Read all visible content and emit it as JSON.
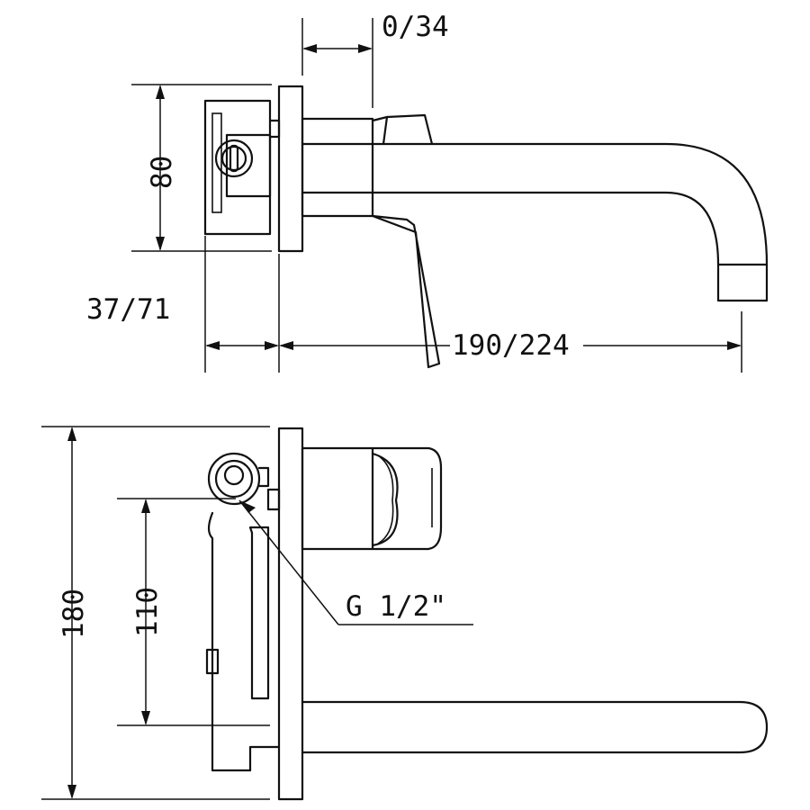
{
  "dimensions": {
    "projection": "0/34",
    "height_top": "80",
    "depth": "37/71",
    "length": "190/224",
    "height_front": "180",
    "inlet_height": "110",
    "thread": "G 1/2\""
  }
}
